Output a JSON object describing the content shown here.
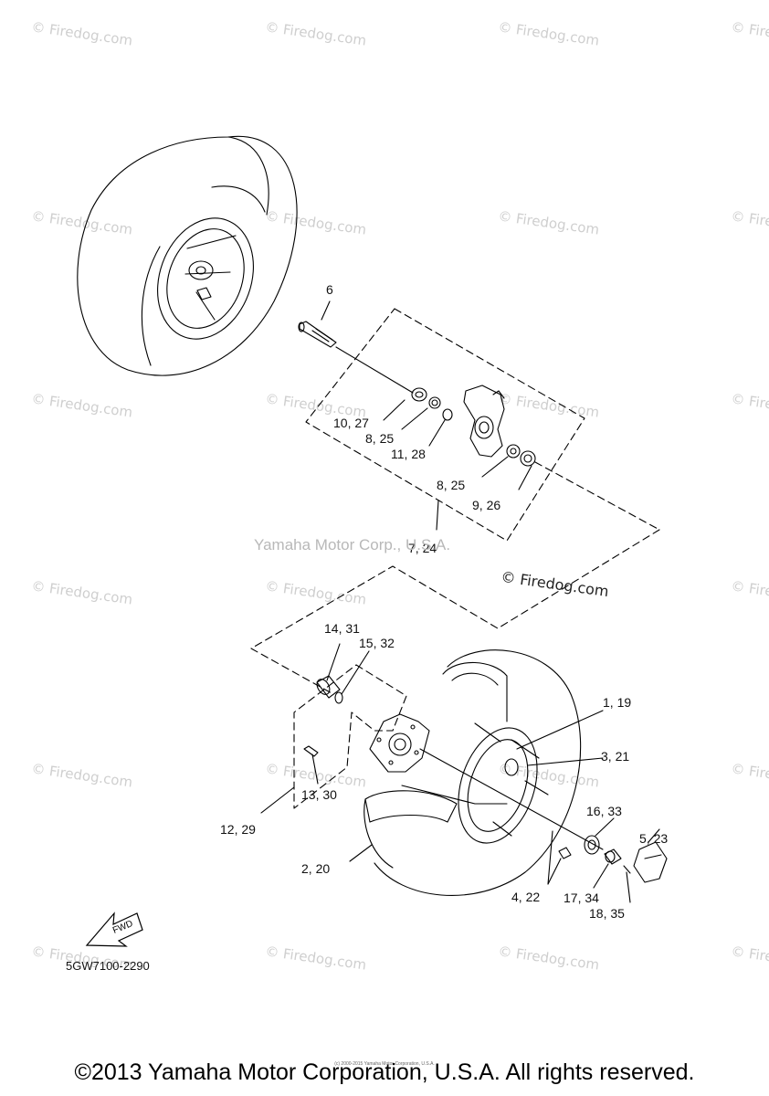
{
  "callouts": [
    "6",
    "10, 27",
    "8, 25",
    "11, 28",
    "8, 25",
    "9, 26",
    "7, 24",
    "14, 31",
    "15, 32",
    "1, 19",
    "3, 21",
    "13, 30",
    "12, 29",
    "2, 20",
    "16, 33",
    "5, 23",
    "4, 22",
    "17, 34",
    "18, 35"
  ],
  "watermark_text": "© Firedog.com",
  "center_watermark": "Yamaha Motor Corp., U.S.A.",
  "firedog_sticker": "© Firedog.com",
  "fwd_label": "FWD",
  "part_code": "5GW7100-2290",
  "fine_print": "(c) 2000-2015 Yamaha Motor Corporation, U.S.A.",
  "copyright": "©2013 Yamaha Motor Corporation, U.S.A. All rights reserved.",
  "colors": {
    "line": "#000000",
    "watermark": "#cfcfcf",
    "background": "#ffffff"
  }
}
